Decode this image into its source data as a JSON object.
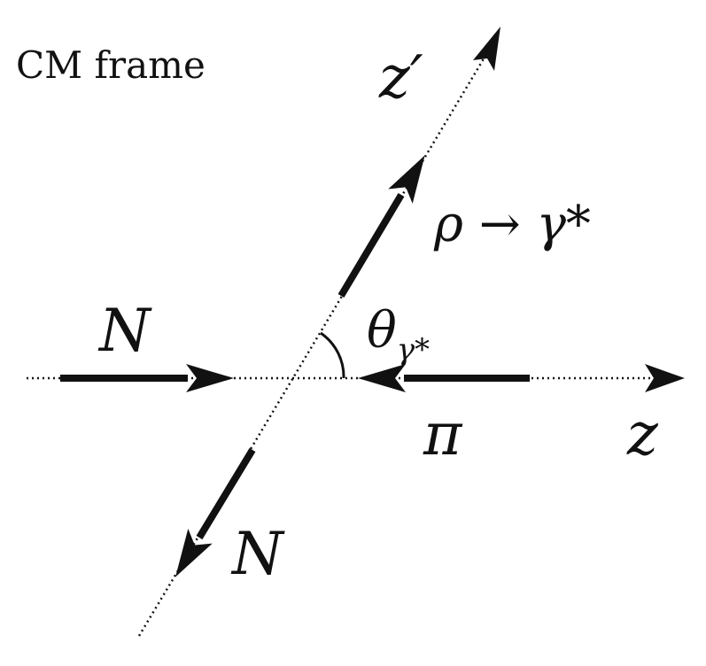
{
  "frame_label": "CM frame",
  "labels": {
    "z_prime": "z′",
    "rho_to_gamma": "ρ → γ*",
    "nucleon_in": "N",
    "theta": "θ",
    "theta_subscript": "γ*",
    "pion": "π",
    "z": "z",
    "nucleon_out": "N"
  },
  "colors": {
    "ink": "#111111",
    "background": "#ffffff"
  }
}
